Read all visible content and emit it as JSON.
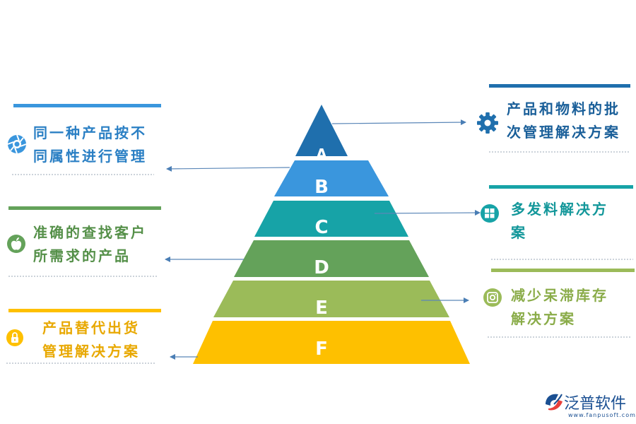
{
  "pyramid": {
    "levels": [
      {
        "letter": "A",
        "color": "#1f6fad"
      },
      {
        "letter": "B",
        "color": "#3a96dd"
      },
      {
        "letter": "C",
        "color": "#17a3a7"
      },
      {
        "letter": "D",
        "color": "#64a25a"
      },
      {
        "letter": "E",
        "color": "#9bbb59"
      },
      {
        "letter": "F",
        "color": "#fec000"
      }
    ]
  },
  "callouts": {
    "left": [
      {
        "id": "left-1",
        "lines": [
          "同一种产品按不",
          "同属性进行管理"
        ],
        "color": "#3a96dd",
        "text_color": "#2a7fc4",
        "icon": "aperture-icon"
      },
      {
        "id": "left-2",
        "lines": [
          "准确的查找客户",
          "所需求的产品"
        ],
        "color": "#64a25a",
        "text_color": "#559049",
        "icon": "apple-icon"
      },
      {
        "id": "left-3",
        "lines": [
          "产品替代出货",
          "管理解决方案"
        ],
        "color": "#fec000",
        "text_color": "#e8a800",
        "icon": "lock-icon"
      }
    ],
    "right": [
      {
        "id": "right-1",
        "lines": [
          "产品和物料的批",
          "次管理解决方案"
        ],
        "color": "#1f6fad",
        "text_color": "#1a5f99",
        "icon": "gear-icon"
      },
      {
        "id": "right-2",
        "lines": [
          "多发料解决方",
          "案"
        ],
        "color": "#17a3a7",
        "text_color": "#13979a",
        "icon": "windows-icon"
      },
      {
        "id": "right-3",
        "lines": [
          "减少呆滞库存",
          "解决方案"
        ],
        "color": "#9bbb59",
        "text_color": "#8aac49",
        "icon": "instagram-icon"
      }
    ]
  },
  "logo": {
    "name": "泛普软件",
    "url": "www.fanpusoft.com",
    "color": "#1a4f92"
  }
}
